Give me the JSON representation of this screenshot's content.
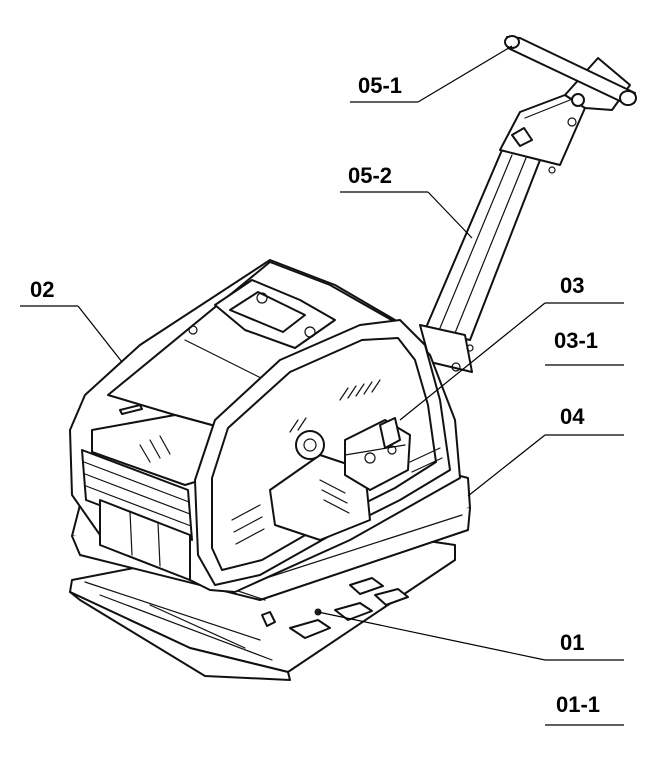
{
  "callouts": {
    "c05_1": "05-1",
    "c05_2": "05-2",
    "c02": "02",
    "c03": "03",
    "c03_1": "03-1",
    "c04": "04",
    "c01": "01",
    "c01_1": "01-1"
  }
}
